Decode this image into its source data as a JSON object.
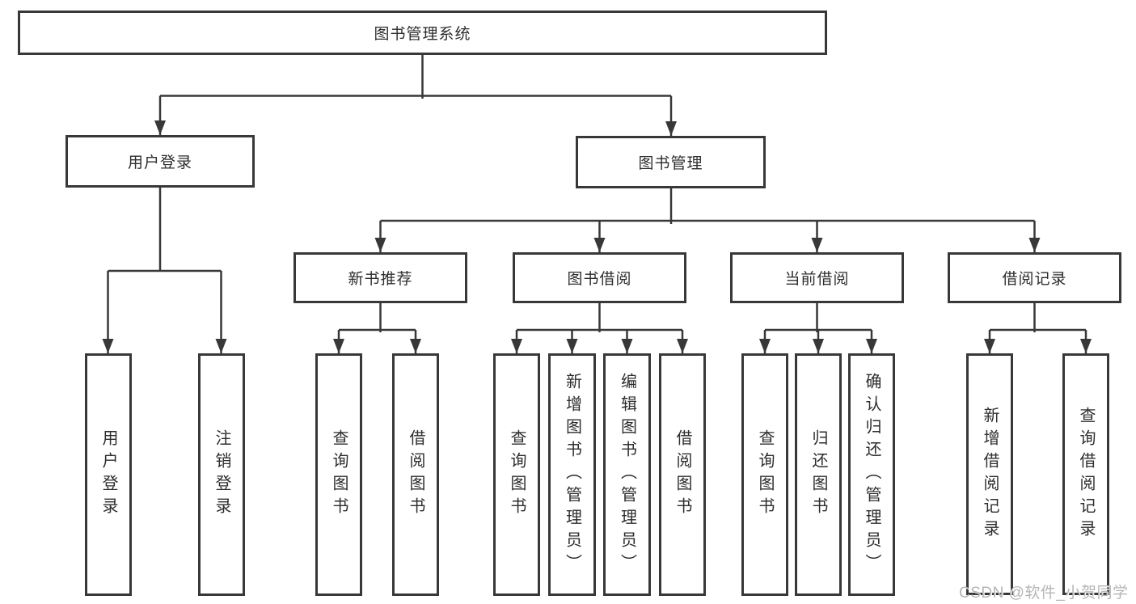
{
  "diagram": {
    "root": {
      "label": "图书管理系统"
    },
    "level2": [
      {
        "label": "用户登录",
        "children": [
          {
            "label": "用户登录"
          },
          {
            "label": "注销登录"
          }
        ]
      },
      {
        "label": "图书管理",
        "children": [
          {
            "label": "新书推荐",
            "children": [
              {
                "label": "查询图书"
              },
              {
                "label": "借阅图书"
              }
            ]
          },
          {
            "label": "图书借阅",
            "children": [
              {
                "label": "查询图书"
              },
              {
                "label": "新增图书（管理员）"
              },
              {
                "label": "编辑图书（管理员）"
              },
              {
                "label": "借阅图书"
              }
            ]
          },
          {
            "label": "当前借阅",
            "children": [
              {
                "label": "查询图书"
              },
              {
                "label": "归还图书"
              },
              {
                "label": "确认归还（管理员）"
              }
            ]
          },
          {
            "label": "借阅记录",
            "children": [
              {
                "label": "新增借阅记录"
              },
              {
                "label": "查询借阅记录"
              }
            ]
          }
        ]
      }
    ]
  },
  "watermark": {
    "text": "CSDN @软件_小贺同学"
  },
  "colors": {
    "line": "#383838",
    "text": "#2d2d2d",
    "background": "#ffffff",
    "watermark": "#b5b5b5"
  }
}
